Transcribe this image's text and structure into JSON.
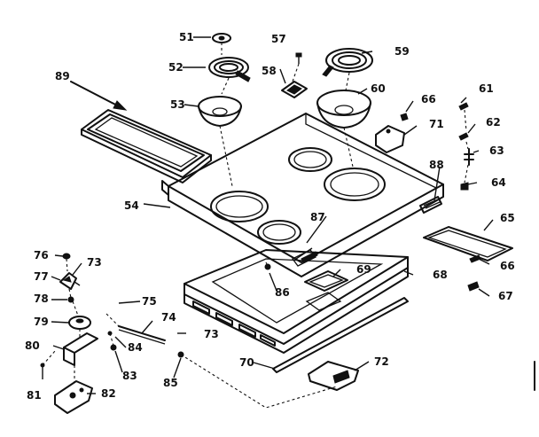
{
  "callouts": {
    "c51": "51",
    "c52": "52",
    "c53": "53",
    "c54": "54",
    "c57": "57",
    "c58": "58",
    "c59": "59",
    "c60": "60",
    "c61": "61",
    "c62": "62",
    "c63": "63",
    "c64": "64",
    "c65": "65",
    "c66a": "66",
    "c66b": "66",
    "c67": "67",
    "c68": "68",
    "c69": "69",
    "c70": "70",
    "c71": "71",
    "c72": "72",
    "c73a": "73",
    "c73b": "73",
    "c74": "74",
    "c75": "75",
    "c76": "76",
    "c77": "77",
    "c78": "78",
    "c79": "79",
    "c80": "80",
    "c81": "81",
    "c82": "82",
    "c83": "83",
    "c84": "84",
    "c85": "85",
    "c86": "86",
    "c87": "87",
    "c88": "88",
    "c89": "89"
  }
}
